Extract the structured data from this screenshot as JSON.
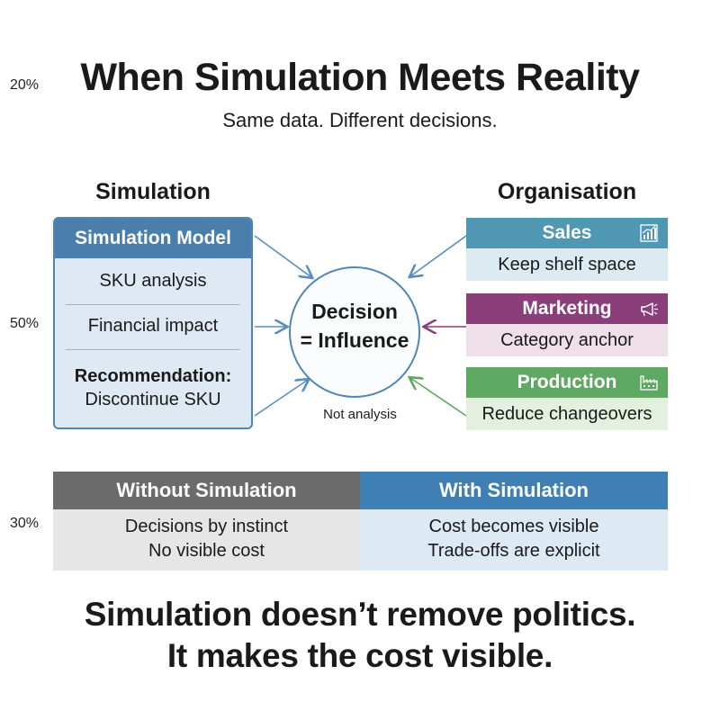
{
  "margin_labels": {
    "top": "20%",
    "middle": "50%",
    "bottom": "30%"
  },
  "title": "When Simulation Meets Reality",
  "subtitle": "Same data. Different decisions.",
  "simulation": {
    "heading": "Simulation",
    "box_title": "Simulation Model",
    "items": [
      "SKU analysis",
      "Financial impact"
    ],
    "recommendation_label": "Recommendation:",
    "recommendation_value": "Discontinue SKU"
  },
  "decision": {
    "line1": "Decision",
    "line2": "= Influence",
    "caption": "Not analysis"
  },
  "organisation": {
    "heading": "Organisation",
    "units": [
      {
        "name": "Sales",
        "note": "Keep shelf space",
        "icon": "bar-chart-icon",
        "head_color": "#4f97b3",
        "body_color": "#dcebf1"
      },
      {
        "name": "Marketing",
        "note": "Category anchor",
        "icon": "megaphone-icon",
        "head_color": "#8a3f7a",
        "body_color": "#efdfe9"
      },
      {
        "name": "Production",
        "note": "Reduce changeovers",
        "icon": "factory-icon",
        "head_color": "#5ea862",
        "body_color": "#e3efdf"
      }
    ]
  },
  "comparison": {
    "without": {
      "header": "Without Simulation",
      "line1": "Decisions by instinct",
      "line2": "No visible cost",
      "head_color": "#6b6b6b",
      "body_color": "#e6e6e6"
    },
    "with": {
      "header": "With Simulation",
      "line1": "Cost becomes visible",
      "line2": "Trade-offs are explicit",
      "head_color": "#3f7fb3",
      "body_color": "#dde9f3"
    }
  },
  "conclusion": {
    "line1": "Simulation doesn’t remove politics.",
    "line2": "It makes the cost visible."
  }
}
